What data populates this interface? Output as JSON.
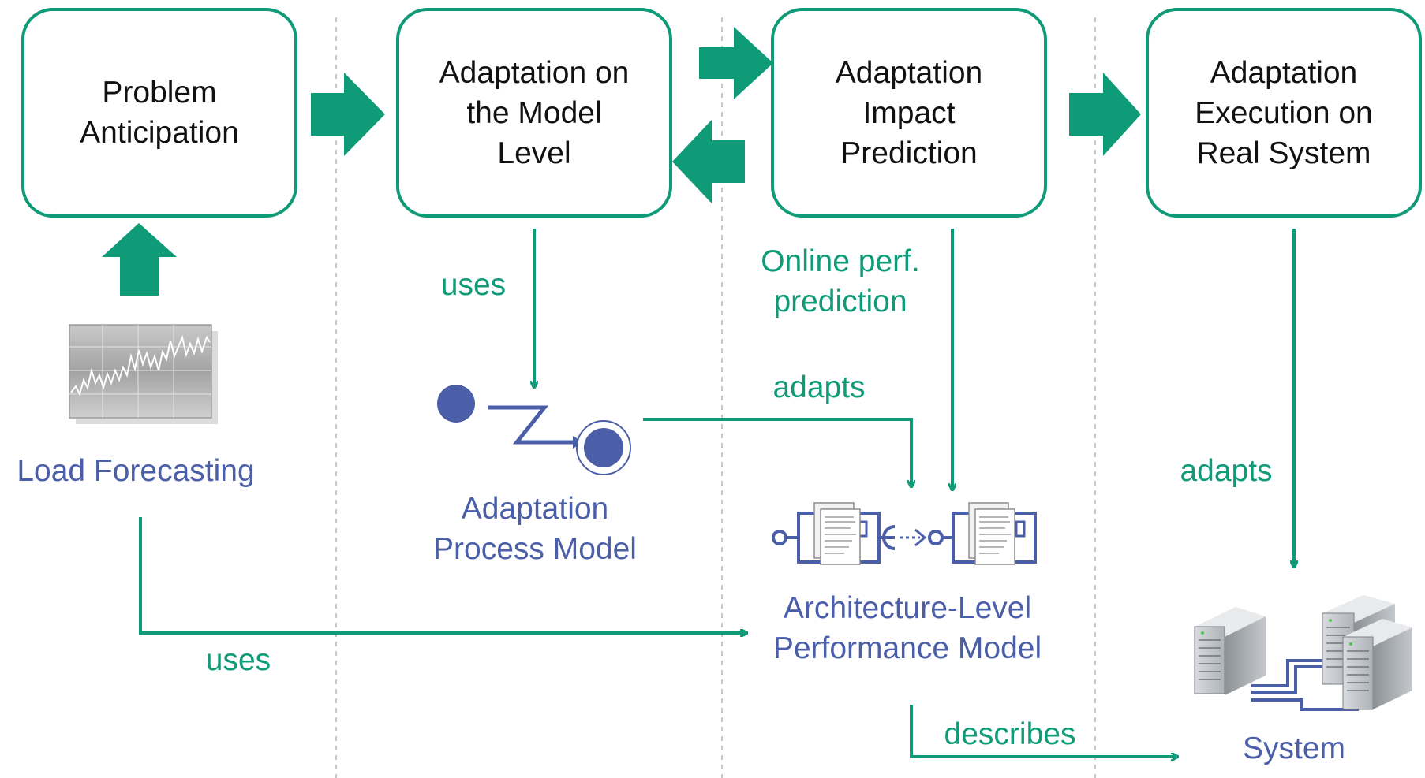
{
  "colors": {
    "accent_green": "#0f9b78",
    "model_blue": "#4b5ea8",
    "box_border": "#0f9b78",
    "separator": "#b5b5b5"
  },
  "stages": [
    {
      "label": "Problem\nAnticipation"
    },
    {
      "label": "Adaptation on\nthe Model\nLevel"
    },
    {
      "label": "Adaptation\nImpact\nPrediction"
    },
    {
      "label": "Adaptation\nExecution on\nReal System"
    }
  ],
  "artifacts": {
    "load_forecasting": {
      "label": "Load Forecasting",
      "icon": "line-chart-thumbnail-icon"
    },
    "adaptation_process_model": {
      "label": "Adaptation\nProcess Model",
      "icon": "state-machine-icon"
    },
    "architecture_model": {
      "label": "Architecture-Level\nPerformance Model",
      "icon": "component-diagram-icon"
    },
    "system": {
      "label": "System",
      "icon": "servers-icon"
    }
  },
  "relations": {
    "uses_process_model": "uses",
    "online_prediction": "Online perf.\nprediction",
    "adapts_model": "adapts",
    "adapts_system": "adapts",
    "uses_forecast": "uses",
    "describes": "describes"
  }
}
